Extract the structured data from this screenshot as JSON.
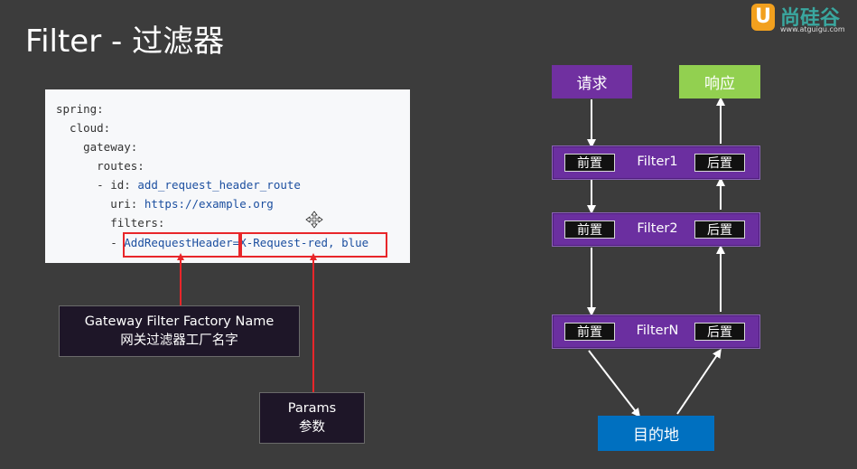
{
  "title": "Filter - 过滤器",
  "logo": {
    "name": "尚硅谷",
    "url": "www.atguigu.com"
  },
  "code": {
    "lines": [
      {
        "key": "spring:",
        "value": ""
      },
      {
        "key": "  cloud:",
        "value": ""
      },
      {
        "key": "    gateway:",
        "value": ""
      },
      {
        "key": "      routes:",
        "value": ""
      },
      {
        "key": "      - id: ",
        "value": "add_request_header_route"
      },
      {
        "key": "        uri: ",
        "value": "https://example.org"
      },
      {
        "key": "        filters:",
        "value": ""
      },
      {
        "key": "        - ",
        "value": "AddRequestHeader=X-Request-red, blue"
      }
    ]
  },
  "callouts": {
    "factory_name_en": "Gateway Filter Factory Name",
    "factory_name_zh": "网关过滤器工厂名字",
    "params_en": "Params",
    "params_zh": "参数"
  },
  "flow": {
    "request": "请求",
    "response": "响应",
    "destination": "目的地",
    "filters": [
      {
        "name": "Filter1",
        "pre": "前置",
        "post": "后置"
      },
      {
        "name": "Filter2",
        "pre": "前置",
        "post": "后置"
      },
      {
        "name": "FilterN",
        "pre": "前置",
        "post": "后置"
      }
    ]
  },
  "colors": {
    "request": "#7030a0",
    "response": "#92d050",
    "destination": "#0070c0",
    "filter": "#6b2fa0",
    "highlight": "#e8262a"
  }
}
